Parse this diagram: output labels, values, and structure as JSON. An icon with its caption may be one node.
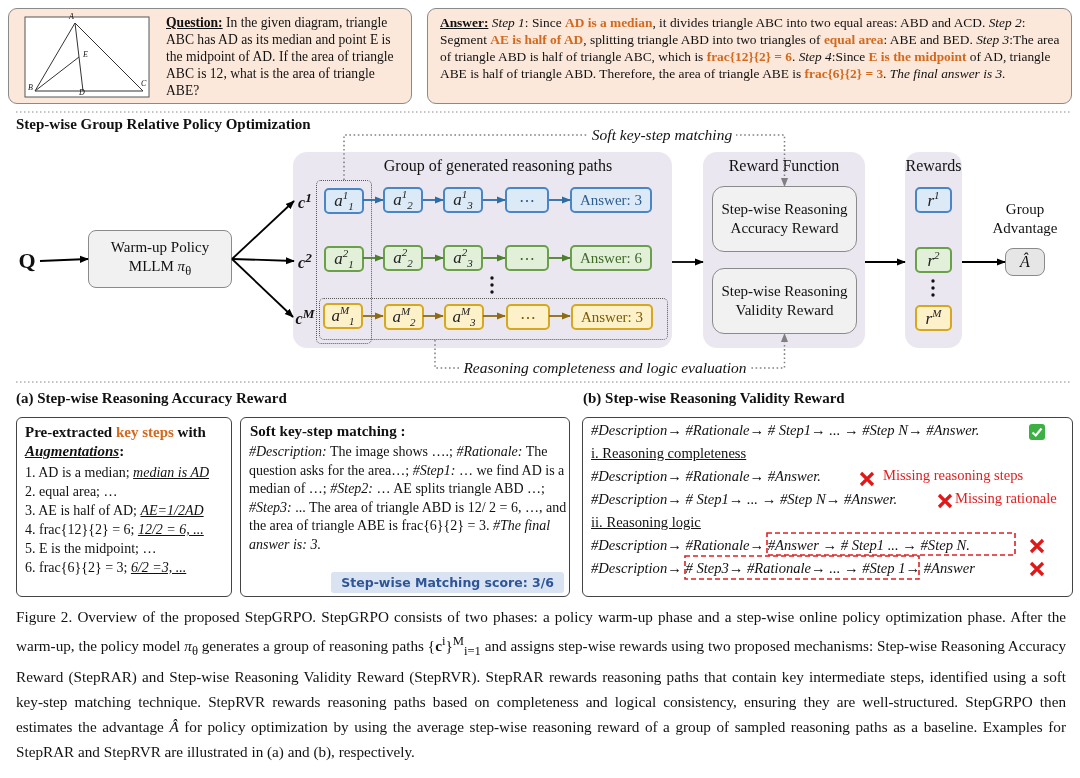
{
  "diagram": {
    "caption": "Figure 2.  Overview of the proposed StepGRPO. StepGRPO consists of two phases: a policy warm-up phase and a step-wise online policy optimization phase. After the warm-up, the policy model *π*$_{θ}$ generates a group of reasoning paths {**c**$^{i}$}$^{M}$$_{i=1}$ and assigns step-wise rewards using two proposed mechanisms: Step-wise Reasoning Accuracy Reward (StepRAR) and Step-wise Reasoning Validity Reward (StepRVR). StepRAR rewards reasoning paths that contain key intermediate steps, identified using a soft key-step matching technique. StepRVR rewards reasoning paths based on completeness and logical consistency, ensuring they are well-structured.  StepGRPO then estimates the advantage *Â* for policy optimization by using the average step-wise reasoning reward of a group of sampled reasoning paths as a baseline. Examples for StepRAR and StepRVR are illustrated in (a) and (b), respectively.",
    "nodes": [
      {
        "text": [
          "**Question:** In the given diagram, triangle ABC has AD as its median and point E is the midpoint of AD. If the area of triangle ABC is 12, what is the area of triangle ABE?"
        ]
      },
      {
        "text": [
          "**Answer:** *Step 1*:  Since **AD is a median**, it divides triangle ABC into two equal areas: ABD and ACD. *Step 2*: Segment **AE is half of AD**, splitting triangle ABD into two triangles of **equal area**: ABE and BED. *Step 3*:The area of triangle ABD is half of triangle ABC, which is **frac{12}{2} = 6**. *Step 4*:Since **E is the midpoint** of AD, triangle ABE is half of triangle ABD. Therefore, the area of triangle ABE is **frac{6}{2} = 3**. *The final answer is 3.*"
        ]
      },
      {
        "text": [
          "Q"
        ]
      },
      {
        "text": [
          "Warm-up Policy MLLM *π*$_{θ}$"
        ]
      },
      {
        "text": [
          "c$^{1}$"
        ],
        "in": 7
      },
      {
        "text": [
          "c$^{2}$"
        ],
        "in": 7
      },
      {
        "text": [
          "c$^{M}$"
        ],
        "in": 7
      },
      {
        "text": [
          "Group of generated reasoning paths"
        ]
      },
      {
        "text": [],
        "shape": "box",
        "in": 7
      },
      {
        "text": [],
        "shape": "box",
        "in": 7
      },
      {
        "text": [
          "a$^{1}$$_{1}$"
        ],
        "in": 8
      },
      {
        "text": [
          "a$^{1}$$_{2}$"
        ],
        "in": 7
      },
      {
        "text": [
          "a$^{1}$$_{3}$"
        ],
        "in": 7
      },
      {
        "text": [
          "⋯"
        ],
        "in": 7
      },
      {
        "text": [
          "Answer: 3"
        ],
        "in": 7
      },
      {
        "text": [
          "a$^{2}$$_{1}$"
        ],
        "in": 8
      },
      {
        "text": [
          "a$^{2}$$_{2}$"
        ],
        "in": 7
      },
      {
        "text": [
          "a$^{2}$$_{3}$"
        ],
        "in": 7
      },
      {
        "text": [
          "⋯"
        ],
        "in": 7
      },
      {
        "text": [
          "Answer: 6"
        ],
        "in": 7
      },
      {
        "text": [
          "a$^{M}$$_{1}$"
        ]
      },
      {
        "text": [
          "a$^{M}$$_{2}$"
        ],
        "in": 9
      },
      {
        "text": [
          "a$^{M}$$_{3}$"
        ],
        "in": 9
      },
      {
        "text": [
          "⋯"
        ],
        "in": 9
      },
      {
        "text": [
          "Answer: 3"
        ],
        "in": 9
      },
      {
        "text": [
          "Reward Function"
        ]
      },
      {
        "text": [
          "Step-wise Reasoning Accuracy Reward"
        ],
        "in": 25
      },
      {
        "text": [
          "Step-wise Reasoning Validity Reward"
        ],
        "in": 25
      },
      {
        "text": [
          "Rewards"
        ]
      },
      {
        "text": [
          "r$^{1}$"
        ],
        "in": 28
      },
      {
        "text": [
          "r$^{2}$"
        ],
        "in": 28
      },
      {
        "text": [
          "r$^{M}$"
        ],
        "in": 28
      },
      {
        "text": [
          "Â"
        ],
        "beside": [
          "Group Advantage"
        ]
      },
      {
        "text": [
          "Pre-extracted **key steps** with *Augmentations*:",
          "1. AD is a median; *median is AD*",
          "2. equal area; …",
          "3. AE is half of AD; *AE=1/2AD*",
          "4. frac{12}{2} = 6; *12/2 = 6, ...*",
          "5. E is the midpoint; …",
          "6. frac{6}{2} = 3; *6/2 =3, ...*"
        ]
      },
      {
        "text": [
          "Soft key-step matching :",
          "*#Description:* The image shows ….; *#Rationale:* The question asks for the area…; *#Step1:* … we find AD is a median of  …; *#Step2:* … AE splits triangle ABD …; *#Step3:* ... The area of triangle ABD is 12/ 2 = 6, …, and the area of triangle ABE is frac{6}{2} = 3.  *#The final answer is: 3.*",
          "Step-wise Matching score: 3/6"
        ]
      },
      {
        "text": [
          "#Description→ #Rationale→ # Step1→ ... → #Step N→ #Answer.",
          "i. Reasoning completeness",
          "#Description→ #Rationale→ #Answer.",
          "Missing reasoning steps",
          "#Description→ # Step1→ ... → #Step N→ #Answer.",
          "Missing rationale",
          "ii. Reasoning logic",
          "#Description→ #Rationale→ #Answer  → # Step1 ... → #Step N.",
          "#Description→ # Step3→ #Rationale→ ... → #Step 1→ #Answer"
        ]
      }
    ],
    "edges": [
      {
        "from": 2,
        "to": 3,
        "arrow": "to"
      },
      {
        "from": 3,
        "to": 4,
        "arrow": "to"
      },
      {
        "from": 3,
        "to": 5,
        "arrow": "to"
      },
      {
        "from": 3,
        "to": 6,
        "arrow": "to"
      },
      {
        "from": 10,
        "to": 11,
        "arrow": "to",
        "color": "#2e6da4"
      },
      {
        "from": 11,
        "to": 12,
        "arrow": "to",
        "color": "#2e6da4"
      },
      {
        "from": 12,
        "to": 13,
        "arrow": "to",
        "color": "#2e6da4"
      },
      {
        "from": 13,
        "to": 14,
        "arrow": "to",
        "color": "#2e6da4"
      },
      {
        "from": 15,
        "to": 16,
        "arrow": "to",
        "color": "#4f7f2e"
      },
      {
        "from": 16,
        "to": 17,
        "arrow": "to",
        "color": "#4f7f2e"
      },
      {
        "from": 17,
        "to": 18,
        "arrow": "to",
        "color": "#4f7f2e"
      },
      {
        "from": 18,
        "to": 19,
        "arrow": "to",
        "color": "#4f7f2e"
      },
      {
        "from": 20,
        "to": 21,
        "arrow": "to",
        "color": "#8d6b12"
      },
      {
        "from": 21,
        "to": 22,
        "arrow": "to",
        "color": "#8d6b12"
      },
      {
        "from": 22,
        "to": 23,
        "arrow": "to",
        "color": "#8d6b12"
      },
      {
        "from": 23,
        "to": 24,
        "arrow": "to",
        "color": "#8d6b12"
      },
      {
        "from": 7,
        "to": 25,
        "arrow": "to"
      },
      {
        "from": 25,
        "to": 28,
        "arrow": "to"
      },
      {
        "from": 28,
        "to": 32,
        "arrow": "to"
      },
      {
        "from": 8,
        "to": 26,
        "arrow": "to",
        "label": "Soft key-step matching",
        "style": "dashed",
        "color": "#808080"
      },
      {
        "from": 9,
        "to": 27,
        "arrow": "to",
        "label": "Reasoning completeness and logic evaluation",
        "style": "dashed",
        "color": "#808080"
      }
    ],
    "labels": [
      "A",
      "E",
      "B",
      "D",
      "C",
      "Step-wise Group Relative Policy Optimization",
      "(a) Step-wise Reasoning Accuracy Reward",
      "(b) Step-wise Reasoning Validity Reward"
    ]
  }
}
